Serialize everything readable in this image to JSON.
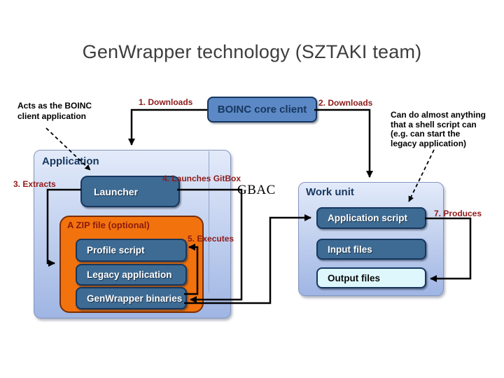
{
  "title": "GenWrapper technology (SZTAKI team)",
  "annotations": {
    "left_note": "Acts as the BOINC\nclient application",
    "right_note": "Can do almost anything\nthat a shell script can\n(e.g. can start the\nlegacy application)"
  },
  "steps": {
    "s1": "1. Downloads",
    "s2": "2. Downloads",
    "s3": "3. Extracts",
    "s4": "4. Launches GitBox",
    "s4_replaced": "GBAC",
    "s5": "5. Executes",
    "s7": "7. Produces"
  },
  "nodes": {
    "boinc_core_client": "BOINC core client",
    "application": "Application",
    "launcher": "Launcher",
    "zip_file": "A ZIP file (optional)",
    "profile_script": "Profile script",
    "legacy_application": "Legacy application",
    "genwrapper_binaries": "GenWrapper binaries",
    "work_unit": "Work unit",
    "application_script": "Application script",
    "input_files": "Input files",
    "output_files": "Output files"
  },
  "colors": {
    "title-color": "#3d3d3d",
    "step-red": "#8f1a1a",
    "navy": "#17375e",
    "steel": "#3d6b94",
    "boinc-blue": "#5c88c6",
    "orange": "#f2730e",
    "orange-border": "#7a2e00",
    "zip-label": "#8b1b0b",
    "panel-top": "#e3ebfa",
    "panel-bottom": "#9fb5e3",
    "panel-border": "#8494bc",
    "output-bg": "#def7fd"
  }
}
